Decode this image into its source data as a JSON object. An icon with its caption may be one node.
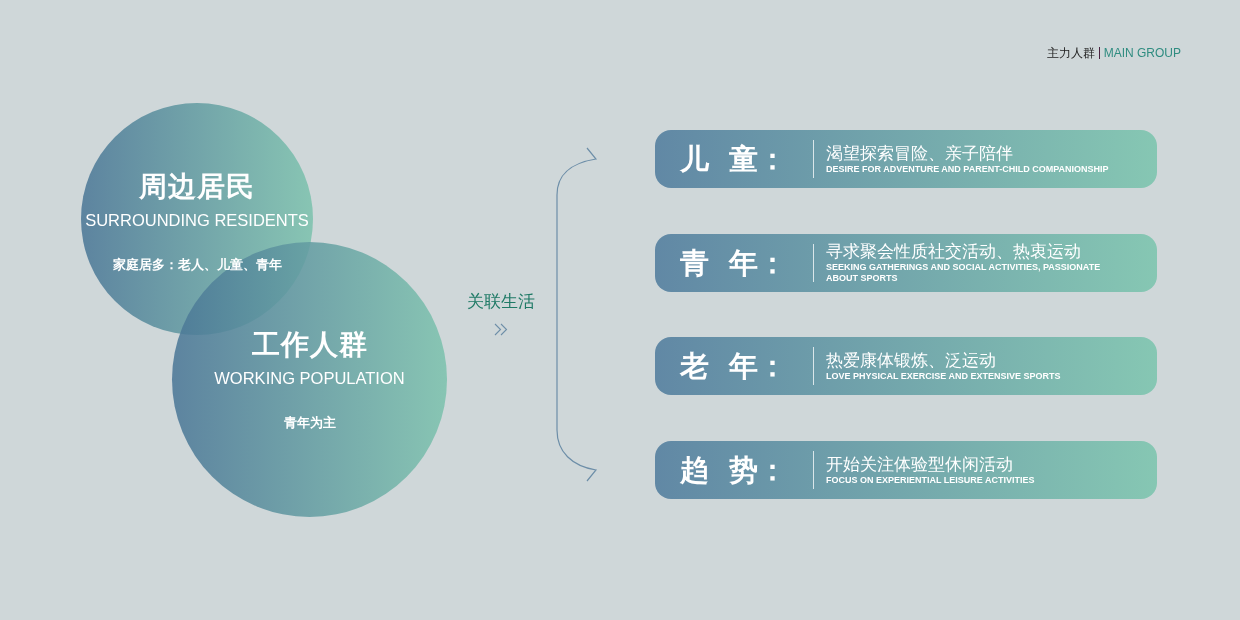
{
  "diagram": {
    "title": "主力人群",
    "nodes": [
      {
        "text": [
          "周边居民",
          "SURROUNDING RESIDENTS",
          "家庭居多：老人、儿童、青年"
        ]
      },
      {
        "text": [
          "工作人群",
          "WORKING POPULATION",
          "青年为主"
        ]
      },
      {
        "text": [
          "儿 童：",
          "渴望探索冒险、亲子陪伴",
          "DESIRE FOR ADVENTURE AND PARENT-CHILD COMPANIONSHIP"
        ]
      },
      {
        "text": [
          "青 年：",
          "寻求聚会性质社交活动、热衷运动",
          "SEEKING GATHERINGS AND SOCIAL ACTIVITIES, PASSIONATE ABOUT SPORTS"
        ]
      },
      {
        "text": [
          "老 年：",
          "热爱康体锻炼、泛运动",
          "LOVE PHYSICAL EXERCISE AND EXTENSIVE SPORTS"
        ]
      },
      {
        "text": [
          "趋 势：",
          "开始关注体验型休闲活动",
          "FOCUS ON EXPERIENTIAL LEISURE ACTIVITIES"
        ]
      }
    ],
    "labels": [
      "MAIN GROUP",
      "关联生活"
    ]
  }
}
